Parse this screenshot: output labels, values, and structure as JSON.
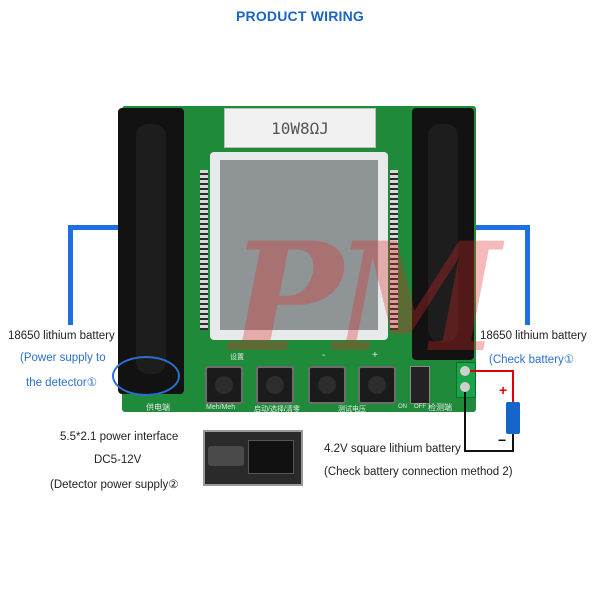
{
  "title": "PRODUCT WIRING",
  "left_battery": {
    "label": "18650 lithium battery",
    "note_line1": "(Power supply to",
    "note_line2": "the detector①"
  },
  "right_battery": {
    "label": "18650 lithium battery",
    "note": "(Check battery①"
  },
  "power_interface": {
    "line1": "5.5*2.1 power interface",
    "line2": "DC5-12V",
    "line3": "(Detector power supply②"
  },
  "square_battery": {
    "line1": "4.2V square lithium battery",
    "line2": "(Check battery connection method 2)"
  },
  "board": {
    "resistor_text": "10W8ΩJ",
    "button_labels": [
      "Meh/Meh",
      "启动/选择/清零",
      "",
      "测试电压"
    ],
    "top_labels": [
      "设置",
      "-",
      "+"
    ],
    "bottom_left": "供电端",
    "bottom_right": "检测端",
    "switch_labels": [
      "ON",
      "OFF"
    ]
  },
  "polarity": {
    "plus": "+",
    "minus": "−"
  },
  "watermark": "PM",
  "colors": {
    "title": "#1a64c4",
    "note": "#2a6fd0",
    "wire": "#1e6fe0",
    "board": "#1f8a3a"
  }
}
